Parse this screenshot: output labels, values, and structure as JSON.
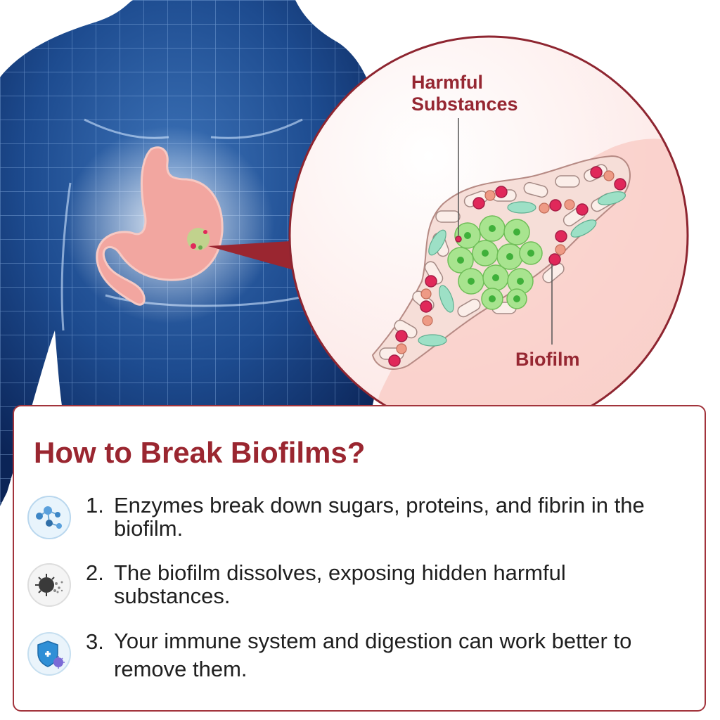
{
  "illustration": {
    "labels": {
      "harmful_line1": "Harmful",
      "harmful_line2": "Substances",
      "biofilm": "Biofilm"
    },
    "colors": {
      "body": "#1f4a8c",
      "stomach": "#f3a9a3",
      "accent": "#962732",
      "cell_green": "#9fdc86",
      "cell_red": "#e0285a",
      "bacteria_teal": "#9de0c6"
    }
  },
  "panel": {
    "title": "How to Break Biofilms?",
    "steps": [
      {
        "number": "1.",
        "text": "Enzymes break down sugars, proteins, and fibrin in the biofilm.",
        "icon": "molecule-icon"
      },
      {
        "number": "2.",
        "text": "The biofilm dissolves, exposing hidden harmful substances.",
        "icon": "virus-dissolving-icon"
      },
      {
        "number": "3.",
        "text": "Your immune system and digestion can work better to remove them.",
        "icon": "shield-icon"
      }
    ]
  }
}
